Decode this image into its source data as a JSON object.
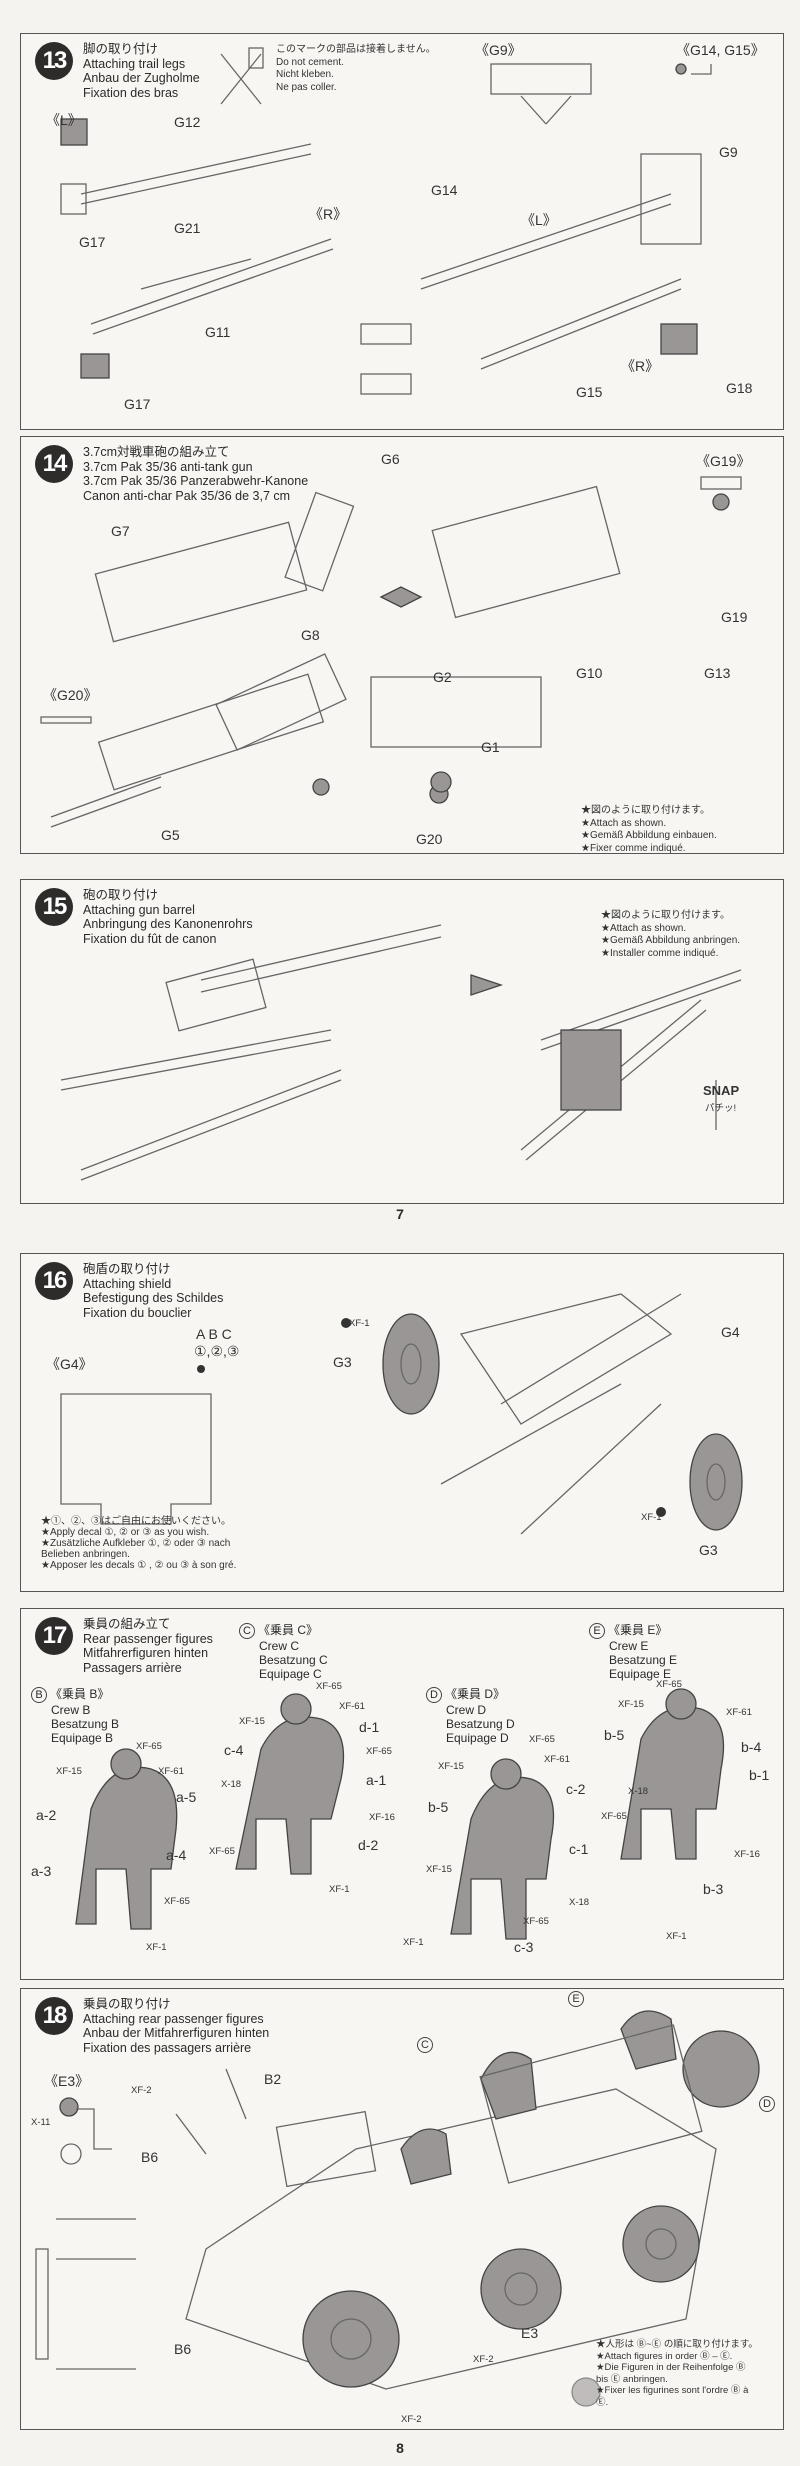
{
  "steps": [
    {
      "number": "13",
      "titles": [
        "脚の取り付け",
        "Attaching trail legs",
        "Anbau der Zugholme",
        "Fixation des bras"
      ],
      "no_cement": [
        "このマークの部品は接着しません。",
        "Do not cement.",
        "Nicht kleben.",
        "Ne pas coller."
      ],
      "labels": [
        "《G9》",
        "《G14, G15》",
        "《L》",
        "G12",
        "G17",
        "G21",
        "G11",
        "G17",
        "《R》",
        "G14",
        "《L》",
        "G9",
        "《R》",
        "G15",
        "G18"
      ]
    },
    {
      "number": "14",
      "titles": [
        "3.7cm対戦車砲の組み立て",
        "3.7cm Pak 35/36 anti-tank gun",
        "3.7cm Pak 35/36 Panzerabwehr-Kanone",
        "Canon anti-char Pak 35/36 de 3,7 cm"
      ],
      "labels": [
        "G6",
        "《G19》",
        "G7",
        "G8",
        "G10",
        "G13",
        "G19",
        "《G20》",
        "G2",
        "G1",
        "G5",
        "G20"
      ],
      "notes": [
        "★図のように取り付けます。",
        "★Attach as shown.",
        "★Gemäß Abbildung einbauen.",
        "★Fixer comme indiqué."
      ]
    },
    {
      "number": "15",
      "titles": [
        "砲の取り付け",
        "Attaching gun barrel",
        "Anbringung des Kanonenrohrs",
        "Fixation du fût de canon"
      ],
      "notes": [
        "★図のように取り付けます。",
        "★Attach as shown.",
        "★Gemäß Abbildung anbringen.",
        "★Installer comme indiqué."
      ],
      "snap": "SNAP",
      "snap_jp": "パチッ!"
    },
    {
      "number": "16",
      "titles": [
        "砲盾の取り付け",
        "Attaching shield",
        "Befestigung des Schildes",
        "Fixation du bouclier"
      ],
      "labels": [
        "《G4》",
        "A  B  C",
        "①,②,③",
        "XF-1",
        "G3",
        "G4",
        "XF-1",
        "G3"
      ],
      "notes": [
        "★①、②、③はご自由にお使いください。",
        "★Apply decal ①, ② or ③ as you wish.",
        "★Zusätzliche Aufkleber ①, ② oder ③ nach",
        "Belieben anbringen.",
        "★Apposer les decals ① , ② ou ③ à son gré."
      ]
    },
    {
      "number": "17",
      "titles": [
        "乗員の組み立て",
        "Rear passenger figures",
        "Mitfahrerfiguren hinten",
        "Passagers arrière"
      ],
      "crews": [
        {
          "letter": "B",
          "lines": [
            "《乗員 B》",
            "Crew B",
            "Besatzung B",
            "Equipage B"
          ],
          "labels": [
            "XF-65",
            "XF-15",
            "XF-61",
            "a-5",
            "a-2",
            "a-4",
            "a-3",
            "XF-65",
            "XF-1"
          ]
        },
        {
          "letter": "C",
          "lines": [
            "《乗員 C》",
            "Crew C",
            "Besatzung C",
            "Equipage C"
          ],
          "labels": [
            "XF-65",
            "XF-61",
            "XF-15",
            "d-1",
            "c-4",
            "XF-65",
            "X-18",
            "a-1",
            "XF-16",
            "XF-65",
            "d-2",
            "XF-1"
          ]
        },
        {
          "letter": "D",
          "lines": [
            "《乗員 D》",
            "Crew D",
            "Besatzung D",
            "Equipage D"
          ],
          "labels": [
            "XF-65",
            "XF-15",
            "XF-61",
            "c-2",
            "b-5",
            "c-1",
            "XF-15",
            "X-18",
            "XF-65",
            "XF-1",
            "c-3"
          ]
        },
        {
          "letter": "E",
          "lines": [
            "《乗員 E》",
            "Crew E",
            "Besatzung E",
            "Equipage E"
          ],
          "labels": [
            "XF-65",
            "XF-15",
            "XF-61",
            "b-5",
            "b-4",
            "b-1",
            "X-18",
            "XF-65",
            "XF-16",
            "b-3",
            "XF-1"
          ]
        }
      ]
    },
    {
      "number": "18",
      "titles": [
        "乗員の取り付け",
        "Attaching rear passenger figures",
        "Anbau der Mitfahrerfiguren hinten",
        "Fixation des passagers arrière"
      ],
      "labels": [
        "《E3》",
        "X-11",
        "XF-2",
        "B6",
        "B2",
        "B6",
        "E3",
        "XF-2",
        "XF-2",
        "C",
        "E",
        "D"
      ],
      "notes": [
        "★人形は Ⓑ~Ⓔ の順に取り付けます。",
        "★Attach figures in order Ⓑ – Ⓔ.",
        "★Die Figuren in der Reihenfolge Ⓑ",
        "bis Ⓔ anbringen.",
        "★Fixer les figurines sont l'ordre Ⓑ à",
        "Ⓔ."
      ]
    }
  ],
  "pages": [
    "7",
    "8"
  ]
}
